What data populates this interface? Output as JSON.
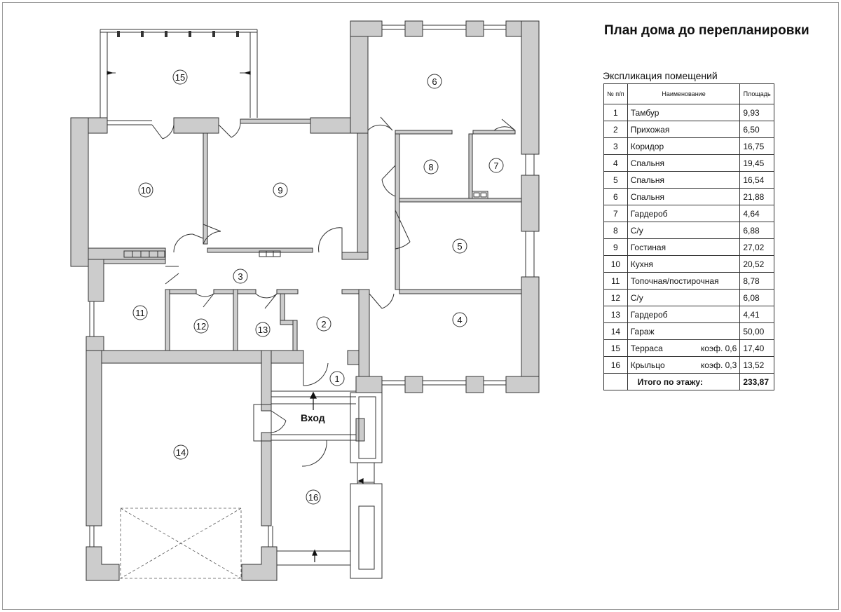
{
  "title": "План дома до перепланировки",
  "explication": {
    "heading": "Экспликация помещений",
    "columns": [
      "№ п/п",
      "Наименование",
      "Площадь"
    ],
    "rows": [
      {
        "num": "1",
        "name": "Тамбур",
        "coef": "",
        "area": "9,93"
      },
      {
        "num": "2",
        "name": "Прихожая",
        "coef": "",
        "area": "6,50"
      },
      {
        "num": "3",
        "name": "Коридор",
        "coef": "",
        "area": "16,75"
      },
      {
        "num": "4",
        "name": "Спальня",
        "coef": "",
        "area": "19,45"
      },
      {
        "num": "5",
        "name": "Спальня",
        "coef": "",
        "area": "16,54"
      },
      {
        "num": "6",
        "name": "Спальня",
        "coef": "",
        "area": "21,88"
      },
      {
        "num": "7",
        "name": "Гардероб",
        "coef": "",
        "area": "4,64"
      },
      {
        "num": "8",
        "name": "С/у",
        "coef": "",
        "area": "6,88"
      },
      {
        "num": "9",
        "name": "Гостиная",
        "coef": "",
        "area": "27,02"
      },
      {
        "num": "10",
        "name": "Кухня",
        "coef": "",
        "area": "20,52"
      },
      {
        "num": "11",
        "name": "Топочная/постирочная",
        "coef": "",
        "area": "8,78"
      },
      {
        "num": "12",
        "name": "С/у",
        "coef": "",
        "area": "6,08"
      },
      {
        "num": "13",
        "name": "Гардероб",
        "coef": "",
        "area": "4,41"
      },
      {
        "num": "14",
        "name": "Гараж",
        "coef": "",
        "area": "50,00"
      },
      {
        "num": "15",
        "name": "Терраса",
        "coef": "коэф. 0,6",
        "area": "17,40"
      },
      {
        "num": "16",
        "name": "Крыльцо",
        "coef": "коэф. 0,3",
        "area": "13,52"
      }
    ],
    "total_label": "Итого по этажу:",
    "total_value": "233,87"
  },
  "plan": {
    "entrance_label": "Вход",
    "wall_color": "#cccccc",
    "line_color": "#333333",
    "room_labels": [
      "1",
      "2",
      "3",
      "4",
      "5",
      "6",
      "7",
      "8",
      "9",
      "10",
      "11",
      "12",
      "13",
      "14",
      "15",
      "16"
    ]
  }
}
